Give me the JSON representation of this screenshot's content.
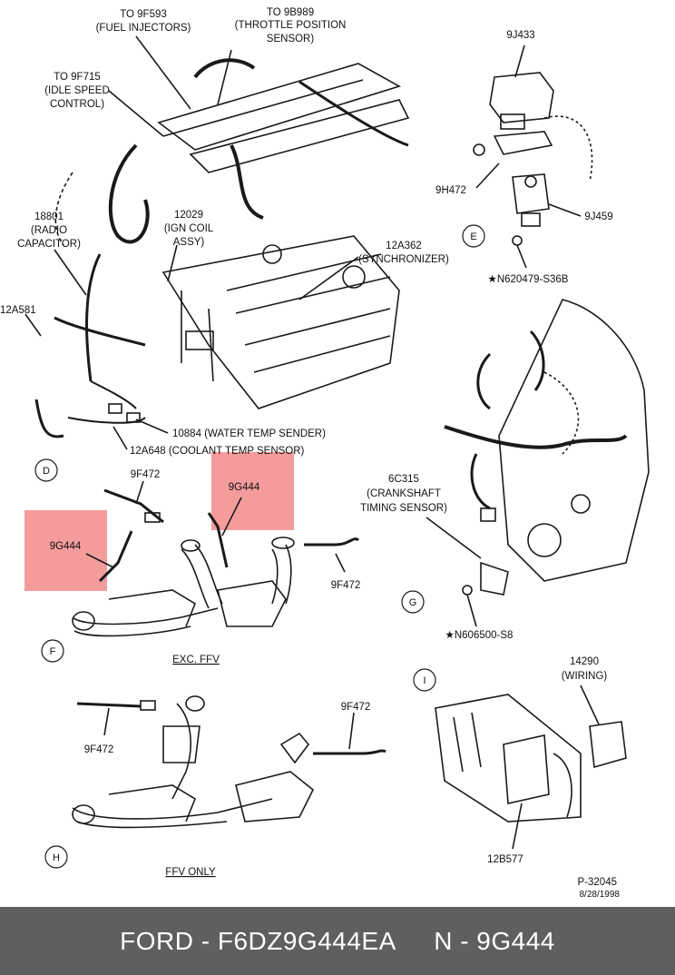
{
  "colors": {
    "highlight": "#f28b8b",
    "footer_bg": "#5f5f5f",
    "footer_text": "#ffffff",
    "line": "#1a1a1a"
  },
  "labels": {
    "fuel_inj_1": "TO 9F593",
    "fuel_inj_2": "(FUEL INJECTORS)",
    "tps_1": "TO 9B989",
    "tps_2": "(THROTTLE POSITION",
    "tps_3": "SENSOR)",
    "isc_1": "TO 9F715",
    "isc_2": "(IDLE SPEED",
    "isc_3": "CONTROL)",
    "radio_1": "18801",
    "radio_2": "(RADIO",
    "radio_3": "CAPACITOR)",
    "ign_1": "12029",
    "ign_2": "(IGN COIL",
    "ign_3": "ASSY)",
    "sync_1": "12A362",
    "sync_2": "(SYNCHRONIZER)",
    "harness": "12A581",
    "water": "10884 (WATER TEMP SENDER)",
    "coolant": "12A648 (COOLANT TEMP SENSOR)",
    "p9j433": "9J433",
    "p9h472": "9H472",
    "p9j459": "9J459",
    "n620479": "★N620479-S36B",
    "f9f472_top": "9F472",
    "hl_9g444_right": "9G444",
    "hl_9g444_left": "9G444",
    "f9f472_right": "9F472",
    "exc_ffv": "EXC. FFV",
    "ckp_1": "6C315",
    "ckp_2": "(CRANKSHAFT",
    "ckp_3": "TIMING SENSOR)",
    "n606500": "★N606500-S8",
    "h9f472_left": "9F472",
    "h9f472_right": "9F472",
    "ffv_only": "FFV ONLY",
    "w14290_1": "14290",
    "w14290_2": "(WIRING)",
    "p12b577": "12B577",
    "ref_no": "P-32045",
    "ref_date": "8/28/1998"
  },
  "views": {
    "D": "D",
    "E": "E",
    "F": "F",
    "G": "G",
    "H": "H",
    "I": "I"
  },
  "footer": {
    "brand": "FORD - F6DZ9G444EA",
    "part": "N - 9G444"
  }
}
